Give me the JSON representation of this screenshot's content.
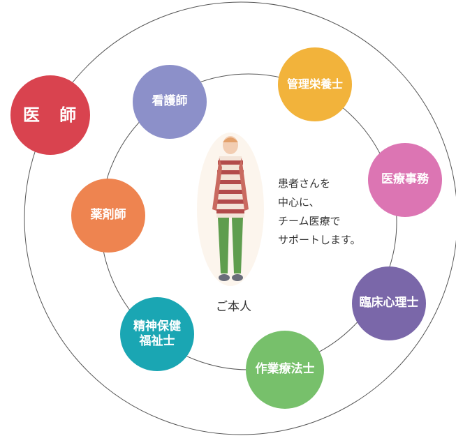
{
  "nodes": {
    "doctor": {
      "label": "医 師",
      "color": "#d9434f"
    },
    "nurse": {
      "label": "看護師",
      "color": "#8c90c9"
    },
    "dietitian": {
      "label": "管理栄養士",
      "color": "#f2b33b"
    },
    "clerk": {
      "label": "医療事務",
      "color": "#dc75b3"
    },
    "psych": {
      "label": "臨床心理士",
      "color": "#7a67a9"
    },
    "ot": {
      "label": "作業療法士",
      "color": "#77c06b"
    },
    "mhsw": {
      "lines": [
        "精神保健",
        "福祉士"
      ],
      "color": "#1aa6b3"
    },
    "pharm": {
      "label": "薬剤師",
      "color": "#ee8450"
    }
  },
  "center": {
    "message_lines": [
      "患者さんを",
      "中心に、",
      "チーム医療で",
      "サポートします。"
    ],
    "patient_label": "ご本人"
  }
}
